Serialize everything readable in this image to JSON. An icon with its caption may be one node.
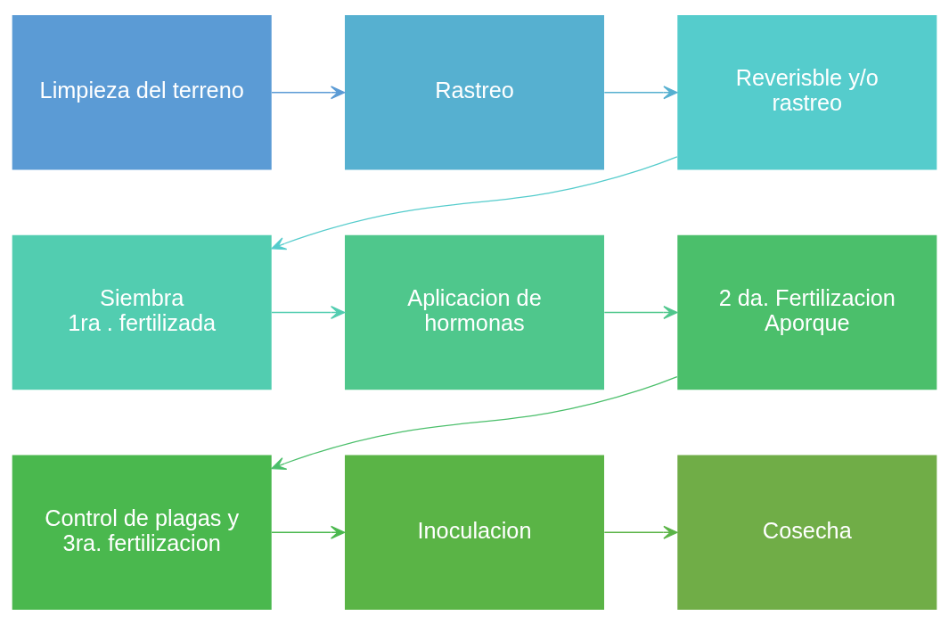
{
  "diagram": {
    "nodes": [
      {
        "text": [
          "Limpieza del terreno"
        ]
      },
      {
        "text": [
          "Rastreo"
        ]
      },
      {
        "text": [
          "Reverisble y/o rastreo"
        ]
      },
      {
        "text": [
          "Siembra",
          "1ra . fertilizada"
        ]
      },
      {
        "text": [
          "Aplicacion de hormonas"
        ]
      },
      {
        "text": [
          "2 da. Fertilizacion",
          "Aporque"
        ]
      },
      {
        "text": [
          "Control de plagas y 3ra. fertilizacion"
        ]
      },
      {
        "text": [
          "Inoculacion"
        ]
      },
      {
        "text": [
          "Cosecha"
        ]
      }
    ],
    "edges": [
      {
        "from": 0,
        "to": 1,
        "arrow": "to",
        "color": "#5b9bd5"
      },
      {
        "from": 1,
        "to": 2,
        "arrow": "to",
        "color": "#56b0d0"
      },
      {
        "from": 2,
        "to": 3,
        "arrow": "to",
        "color": "#55cccc"
      },
      {
        "from": 3,
        "to": 4,
        "arrow": "to",
        "color": "#52cdb0"
      },
      {
        "from": 4,
        "to": 5,
        "arrow": "to",
        "color": "#4fc78c"
      },
      {
        "from": 5,
        "to": 6,
        "arrow": "to",
        "color": "#4bbf6b"
      },
      {
        "from": 6,
        "to": 7,
        "arrow": "to",
        "color": "#4ab84e"
      },
      {
        "from": 7,
        "to": 8,
        "arrow": "to",
        "color": "#5ab446"
      }
    ]
  }
}
